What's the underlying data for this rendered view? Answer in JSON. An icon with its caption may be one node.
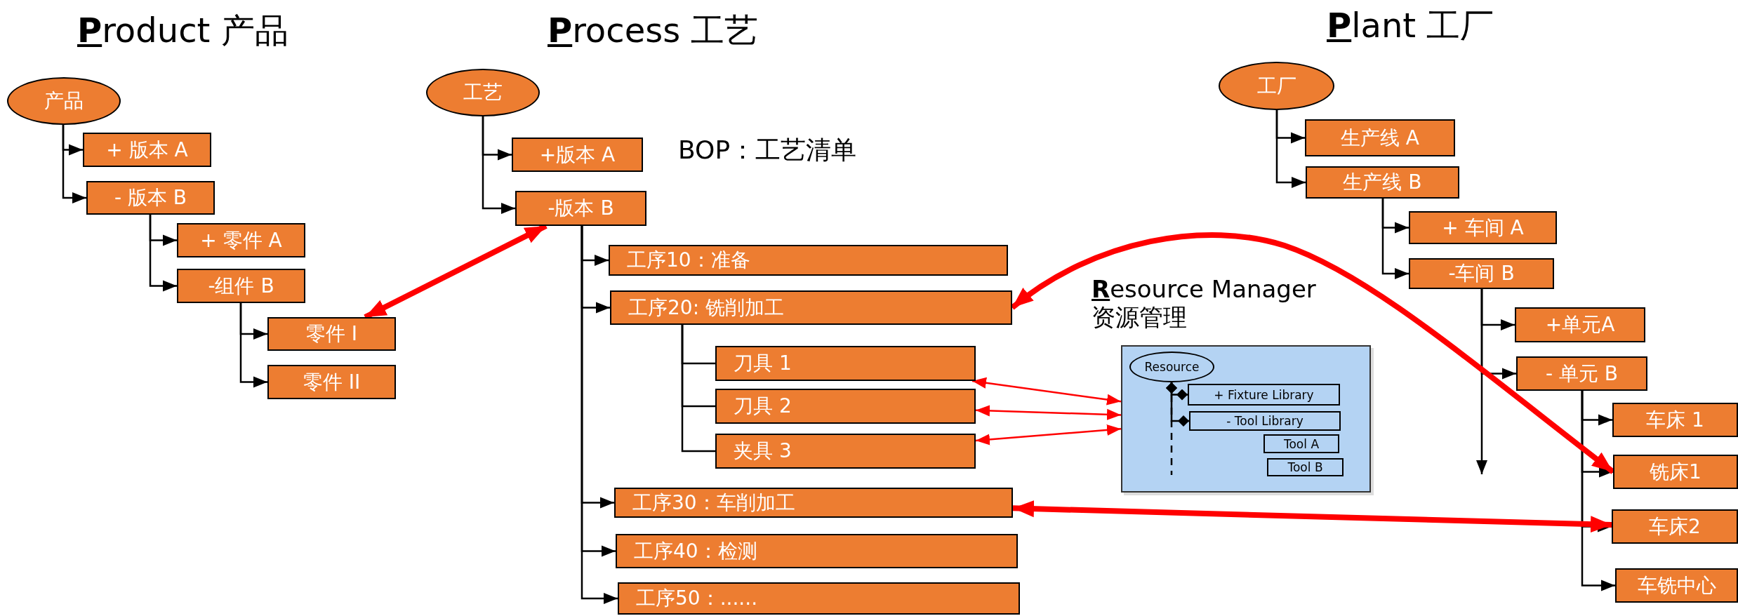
{
  "diagram": {
    "nodes": [
      {
        "text": [
          "产品"
        ]
      },
      {
        "text": [
          "+ 版本 A"
        ]
      },
      {
        "text": [
          "- 版本 B"
        ]
      },
      {
        "text": [
          "+ 零件 A"
        ]
      },
      {
        "text": [
          "-组件 B"
        ]
      },
      {
        "text": [
          "零件 I"
        ]
      },
      {
        "text": [
          "零件 II"
        ]
      },
      {
        "text": [
          "工艺"
        ]
      },
      {
        "text": [
          "+版本 A"
        ]
      },
      {
        "text": [
          "-版本 B"
        ]
      },
      {
        "text": [
          "工序10：准备"
        ]
      },
      {
        "text": [
          "工序20: 铣削加工"
        ]
      },
      {
        "text": [
          "刀具 1"
        ]
      },
      {
        "text": [
          "刀具 2"
        ]
      },
      {
        "text": [
          "夹具 3"
        ]
      },
      {
        "text": [
          "工序30：车削加工"
        ]
      },
      {
        "text": [
          "工序40：检测"
        ]
      },
      {
        "text": [
          "工序50：......"
        ]
      },
      {
        "text": [
          "Resource Manager 资源管理"
        ]
      },
      {
        "text": [
          "Resource"
        ],
        "in": 18
      },
      {
        "text": [
          "+ Fixture Library"
        ],
        "in": 18
      },
      {
        "text": [
          "- Tool Library"
        ],
        "in": 18
      },
      {
        "text": [
          "Tool A"
        ],
        "in": 18
      },
      {
        "text": [
          "Tool B"
        ],
        "in": 18
      },
      {
        "text": [
          "工厂"
        ]
      },
      {
        "text": [
          "生产线 A"
        ]
      },
      {
        "text": [
          "生产线 B"
        ]
      },
      {
        "text": [
          "+ 车间 A"
        ]
      },
      {
        "text": [
          "-车间 B"
        ]
      },
      {
        "text": [
          "+单元A"
        ]
      },
      {
        "text": [
          "- 单元 B"
        ]
      },
      {
        "text": [
          "车床 1"
        ]
      },
      {
        "text": [
          "铣床1"
        ]
      },
      {
        "text": [
          "车床2"
        ]
      },
      {
        "text": [
          "车铣中心"
        ]
      }
    ],
    "edges": [
      {
        "from": 0,
        "to": 1,
        "arrow": "to"
      },
      {
        "from": 0,
        "to": 2,
        "arrow": "to"
      },
      {
        "from": 2,
        "to": 3,
        "arrow": "to"
      },
      {
        "from": 2,
        "to": 4,
        "arrow": "to"
      },
      {
        "from": 4,
        "to": 5,
        "arrow": "to"
      },
      {
        "from": 4,
        "to": 6,
        "arrow": "to"
      },
      {
        "from": 7,
        "to": 8,
        "arrow": "to"
      },
      {
        "from": 7,
        "to": 9,
        "arrow": "to"
      },
      {
        "from": 9,
        "to": 10,
        "arrow": "to"
      },
      {
        "from": 9,
        "to": 11,
        "arrow": "to"
      },
      {
        "from": 11,
        "to": 12,
        "arrow": "none"
      },
      {
        "from": 11,
        "to": 13,
        "arrow": "none"
      },
      {
        "from": 11,
        "to": 14,
        "arrow": "none"
      },
      {
        "from": 9,
        "to": 15,
        "arrow": "to"
      },
      {
        "from": 9,
        "to": 16,
        "arrow": "to"
      },
      {
        "from": 9,
        "to": 17,
        "arrow": "to"
      },
      {
        "from": 19,
        "to": 20,
        "arrow": "other"
      },
      {
        "from": 19,
        "to": 21,
        "arrow": "other"
      },
      {
        "from": 19,
        "to": null,
        "arrow": "none",
        "style": "dashed"
      },
      {
        "from": 24,
        "to": 25,
        "arrow": "to"
      },
      {
        "from": 24,
        "to": 26,
        "arrow": "to"
      },
      {
        "from": 26,
        "to": 27,
        "arrow": "to"
      },
      {
        "from": 26,
        "to": 28,
        "arrow": "to"
      },
      {
        "from": 28,
        "to": 29,
        "arrow": "to"
      },
      {
        "from": 28,
        "to": 30,
        "arrow": "to"
      },
      {
        "from": 28,
        "to": null,
        "arrow": "to"
      },
      {
        "from": 30,
        "to": 31,
        "arrow": "to"
      },
      {
        "from": 30,
        "to": 32,
        "arrow": "to"
      },
      {
        "from": 30,
        "to": 33,
        "arrow": "to"
      },
      {
        "from": 30,
        "to": 34,
        "arrow": "to"
      },
      {
        "from": 5,
        "to": 9,
        "arrow": "both",
        "style": "thick",
        "color": "#ff0000"
      },
      {
        "from": 32,
        "to": 11,
        "arrow": "both",
        "style": "thick",
        "color": "#ff0000"
      },
      {
        "from": 15,
        "to": 33,
        "arrow": "both",
        "style": "thick",
        "color": "#ff0000"
      },
      {
        "from": 18,
        "to": 12,
        "arrow": "both",
        "color": "#ff0000"
      },
      {
        "from": 18,
        "to": 13,
        "arrow": "both",
        "color": "#ff0000"
      },
      {
        "from": 18,
        "to": 14,
        "arrow": "both",
        "color": "#ff0000"
      }
    ],
    "labels": [
      "Product 产品",
      "Process 工艺",
      "BOP：工艺清单",
      "Plant 工厂"
    ]
  }
}
